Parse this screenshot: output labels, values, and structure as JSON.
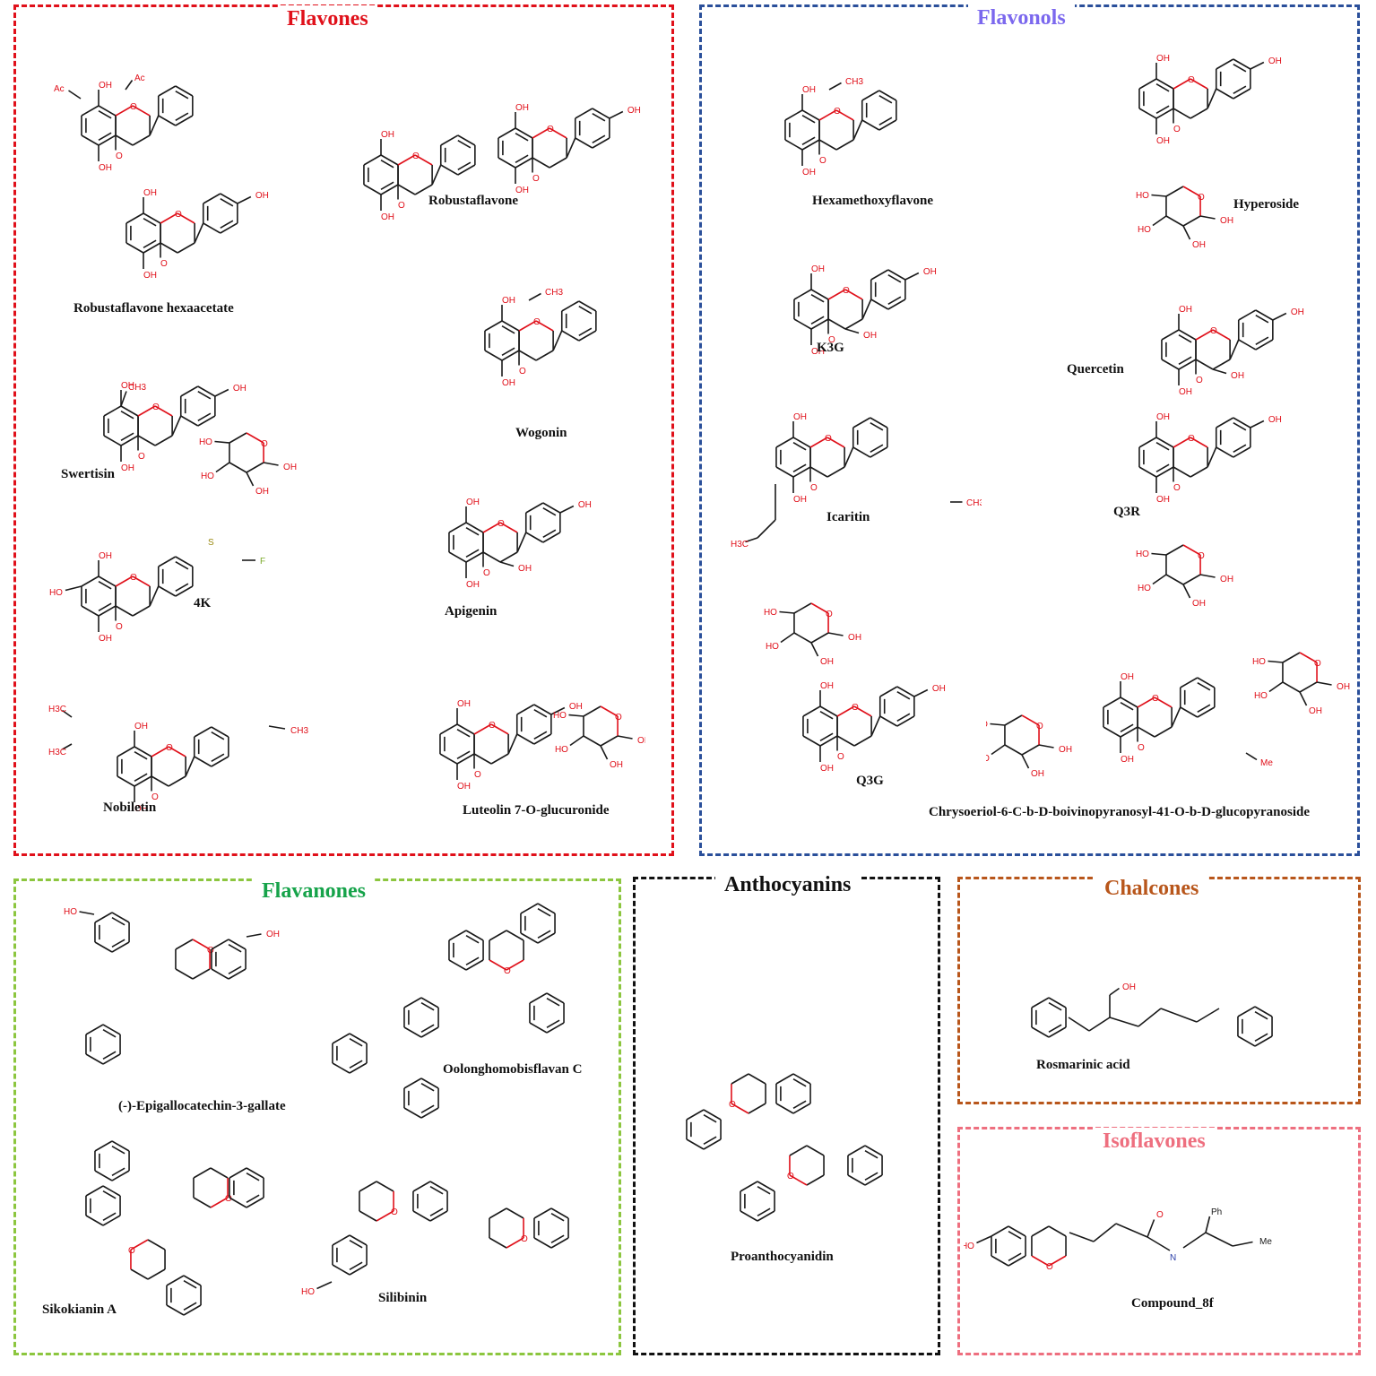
{
  "colors": {
    "flavones": "#e0101a",
    "flavonols": "#7b68ee",
    "flavonols_border": "#2a4f9a",
    "flavanones": "#16a34a",
    "flavanones_border": "#8cc63f",
    "anthocyanins": "#111111",
    "chalcones": "#b8561b",
    "isoflavones": "#ee6f7f",
    "bond": "#1a1a1a",
    "heteroatom_o": "#e0101a",
    "heteroatom_n": "#2b3fa8",
    "heteroatom_s": "#9a8a12",
    "heteroatom_f": "#7aa92a"
  },
  "panels": {
    "flavones": {
      "title": "Flavones",
      "compounds": [
        "Robustaflavone hexaacetate",
        "Robustaflavone",
        "Swertisin",
        "Wogonin",
        "4K",
        "Apigenin",
        "Nobiletin",
        "Luteolin  7-O-glucuronide"
      ]
    },
    "flavonols": {
      "title": "Flavonols",
      "compounds": [
        "Hexamethoxyflavone",
        "Hyperoside",
        "K3G",
        "Quercetin",
        "Icaritin",
        "Q3R",
        "Q3G",
        "Chrysoeriol-6-C-b-D-boivinopyranosyl-41-O-b-D-glucopyranoside"
      ]
    },
    "flavanones": {
      "title": "Flavanones",
      "compounds": [
        "(-)-Epigallocatechin-3-gallate",
        "Oolonghomobisflavan  C",
        "Sikokianin  A",
        "Silibinin"
      ]
    },
    "anthocyanins": {
      "title": "Anthocyanins",
      "compounds": [
        "Proanthocyanidin"
      ]
    },
    "chalcones": {
      "title": "Chalcones",
      "compounds": [
        "Rosmarinic  acid"
      ]
    },
    "isoflavones": {
      "title": "Isoflavones",
      "compounds": [
        "Compound_8f"
      ]
    }
  },
  "atom_labels": {
    "oh": "OH",
    "ho": "HO",
    "o": "O",
    "ac": "Ac",
    "ch3": "CH3",
    "h3c": "H3C",
    "me": "Me",
    "s": "S",
    "f": "F",
    "n": "N",
    "h": "H",
    "ph": "Ph"
  }
}
